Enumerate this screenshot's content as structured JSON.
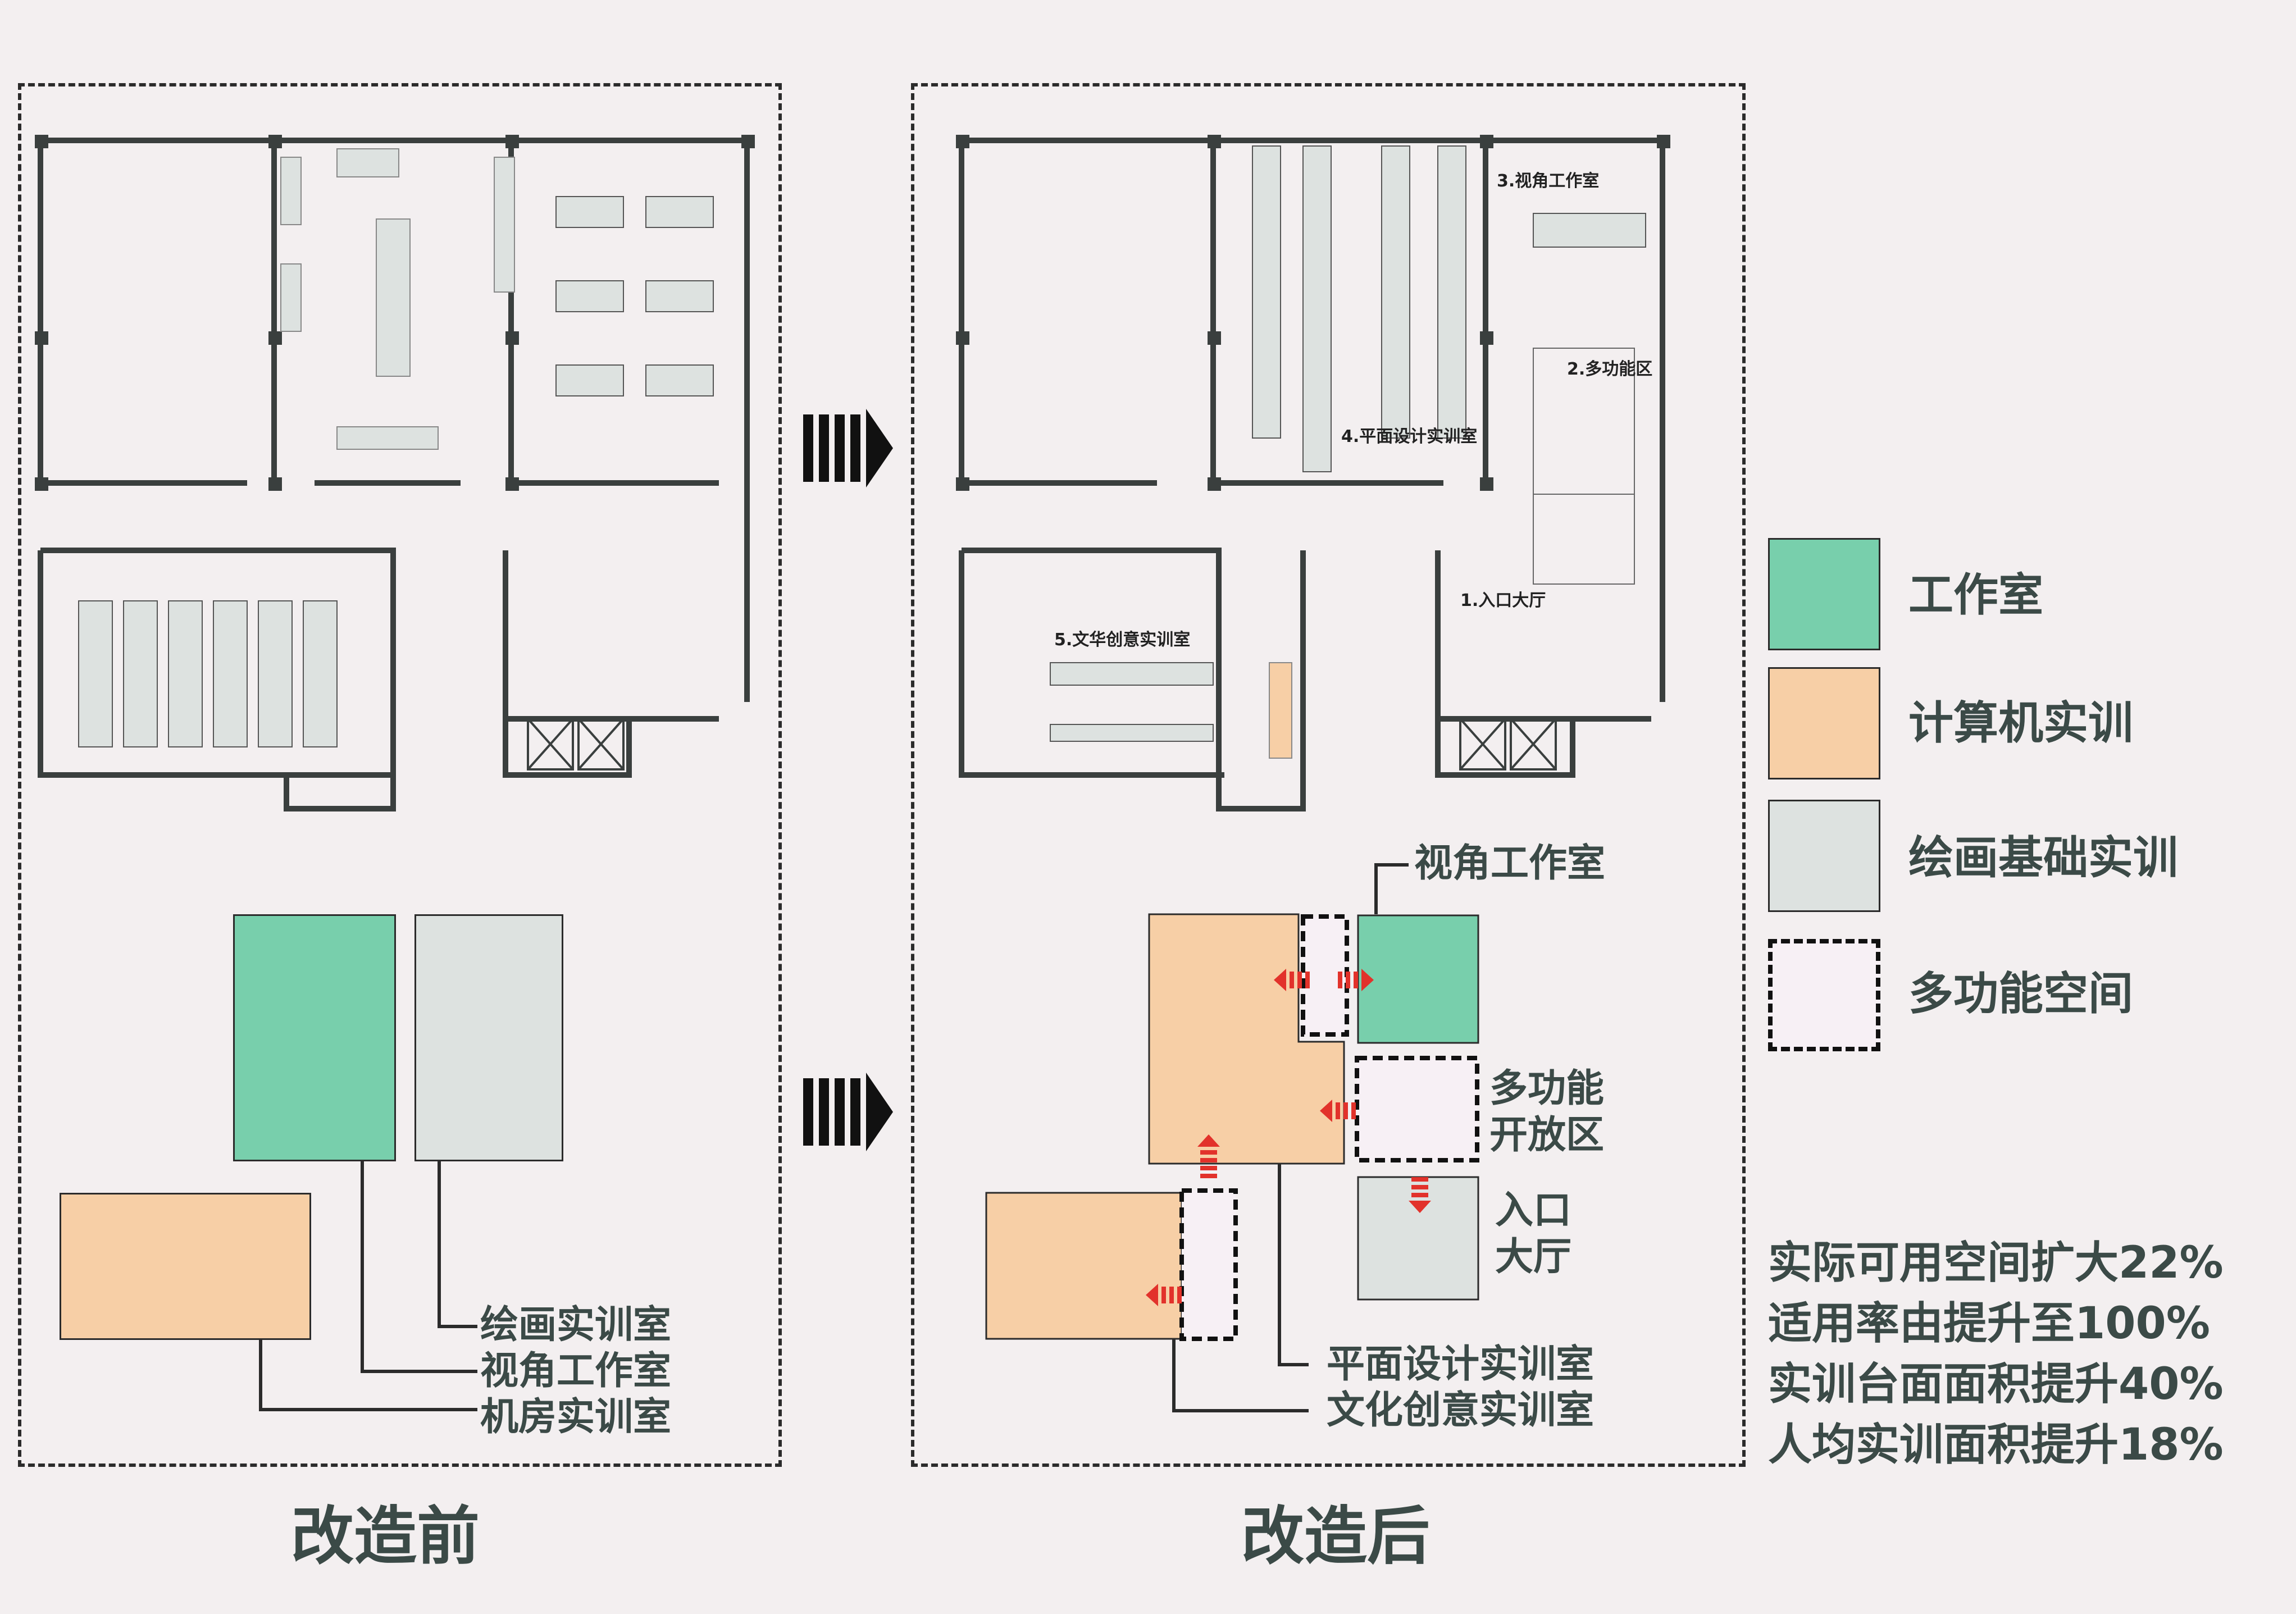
{
  "colors": {
    "studio": "#78cfac",
    "computer": "#f7cfa6",
    "drawing": "#dde2e0",
    "multi": "#f7f0f5",
    "wall": "#3a3f3e",
    "arrow": "#e2322b",
    "background": "#f3eff0"
  },
  "titles": {
    "before": "改造前",
    "after": "改造后"
  },
  "before": {
    "labels": {
      "drawing": "绘画实训室",
      "studio": "视角工作室",
      "computer": "机房实训室"
    }
  },
  "after": {
    "room_labels": {
      "r1": "1.入口大厅",
      "r2": "2.多功能区",
      "r3": "3.视角工作室",
      "r4": "4.平面设计实训室",
      "r5": "5.文华创意实训室"
    },
    "labels": {
      "studio": "视角工作室",
      "multi_line1": "多功能",
      "multi_line2": "开放区",
      "entrance_line1": "入口",
      "entrance_line2": "大厅",
      "graphic": "平面设计实训室",
      "culture": "文化创意实训室"
    }
  },
  "legend": [
    {
      "label": "工作室",
      "kind": "studio"
    },
    {
      "label": "计算机实训",
      "kind": "computer"
    },
    {
      "label": "绘画基础实训",
      "kind": "drawing"
    },
    {
      "label": "多功能空间",
      "kind": "multi"
    }
  ],
  "stats": [
    "实际可用空间扩大22%",
    "适用率由提升至100%",
    "实训台面面积提升40%",
    "人均实训面积提升18%"
  ]
}
